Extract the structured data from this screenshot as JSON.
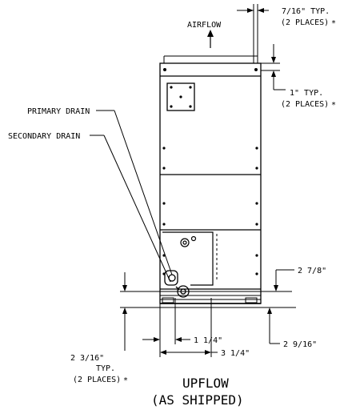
{
  "labels": {
    "airflow": "AIRFLOW",
    "primary_drain": "PRIMARY DRAIN",
    "secondary_drain": "SECONDARY DRAIN",
    "dim_7_16": "7/16\" TYP.",
    "dim_7_16_places": "(2 PLACES)",
    "dim_1": "1\" TYP.",
    "dim_1_places": "(2 PLACES)",
    "dim_2_7_8": "2 7/8\"",
    "dim_2_9_16": "2 9/16\"",
    "dim_1_1_4": "1 1/4\"",
    "dim_3_1_4": "3 1/4\"",
    "dim_2_3_16": "2 3/16\"",
    "dim_typ": "TYP.",
    "dim_2_3_16_places": "(2 PLACES)",
    "asterisk": "*"
  },
  "caption": {
    "line1": "UPFLOW",
    "line2": "(AS SHIPPED)"
  }
}
